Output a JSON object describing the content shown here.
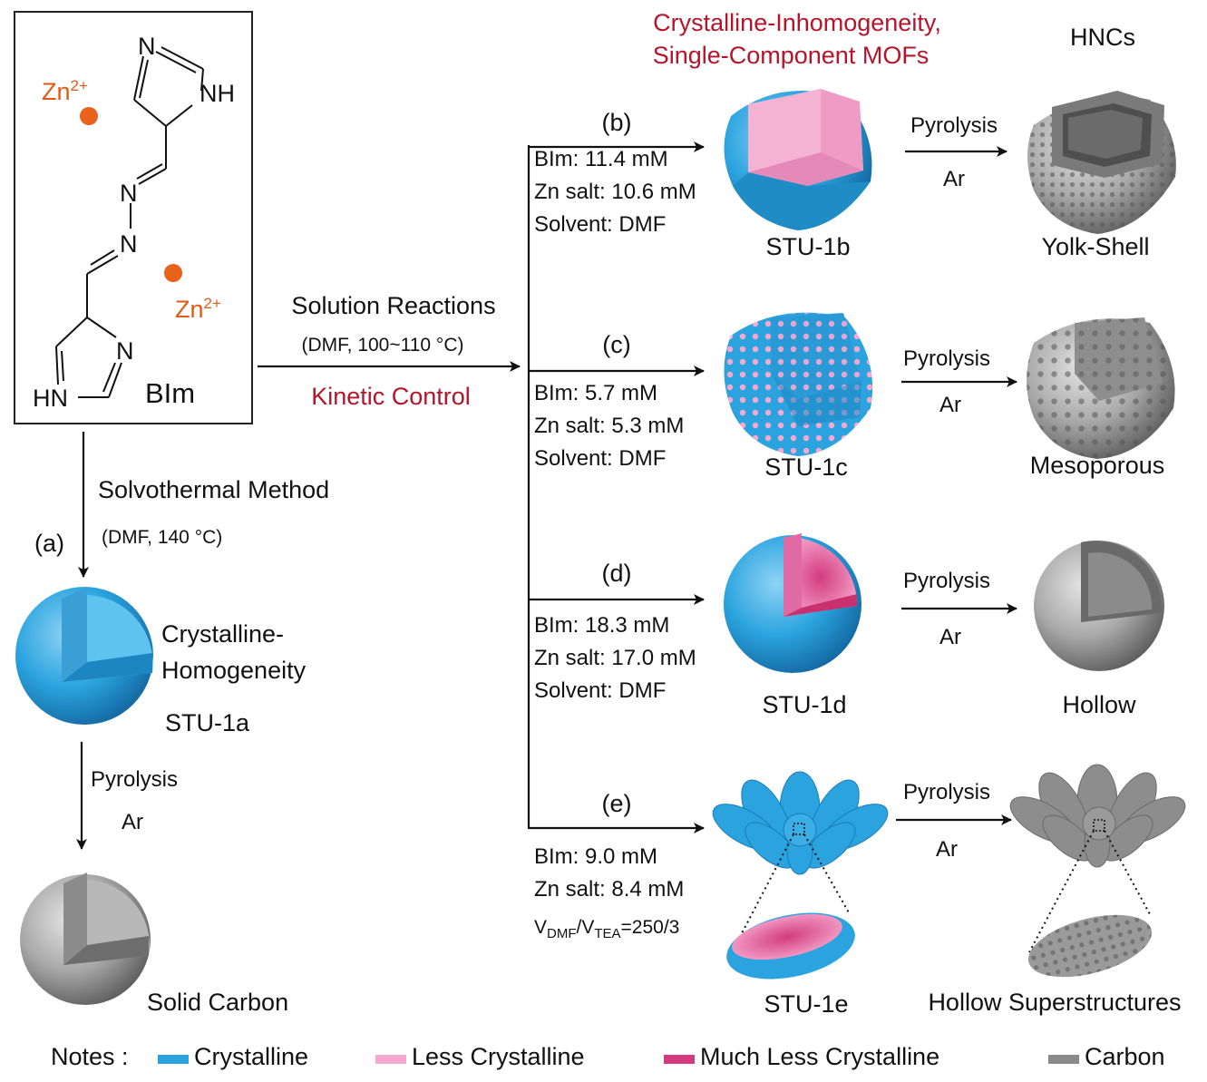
{
  "header": {
    "title_line1": "Crystalline-Inhomogeneity,",
    "title_line2": "Single-Component MOFs",
    "hncs_label": "HNCs"
  },
  "reactant": {
    "zn_ion_base": "Zn",
    "zn_ion_charge": "2+",
    "atom_N": "N",
    "atom_NH": "NH",
    "atom_HN": "HN",
    "name": "BIm"
  },
  "solution_route": {
    "label": "Solution Reactions",
    "conditions": "(DMF, 100~110 °C)",
    "control": "Kinetic Control"
  },
  "solvothermal_route": {
    "panel_label": "(a)",
    "label": "Solvothermal Method",
    "conditions": "(DMF, 140 °C)",
    "product_desc_line1": "Crystalline-",
    "product_desc_line2": "Homogeneity",
    "product_name": "STU-1a",
    "pyrolysis_label": "Pyrolysis",
    "pyrolysis_gas": "Ar",
    "carbon_name": "Solid Carbon"
  },
  "branches": [
    {
      "label": "(b)",
      "conditions": [
        "BIm: 11.4 mM",
        "Zn salt: 10.6 mM",
        "Solvent: DMF"
      ],
      "mof_name": "STU-1b",
      "pyrolysis_label": "Pyrolysis",
      "pyrolysis_gas": "Ar",
      "carbon_name": "Yolk-Shell"
    },
    {
      "label": "(c)",
      "conditions": [
        "BIm: 5.7 mM",
        "Zn salt: 5.3 mM",
        "Solvent: DMF"
      ],
      "mof_name": "STU-1c",
      "pyrolysis_label": "Pyrolysis",
      "pyrolysis_gas": "Ar",
      "carbon_name": "Mesoporous"
    },
    {
      "label": "(d)",
      "conditions": [
        "BIm: 18.3 mM",
        "Zn salt: 17.0 mM",
        "Solvent: DMF"
      ],
      "mof_name": "STU-1d",
      "pyrolysis_label": "Pyrolysis",
      "pyrolysis_gas": "Ar",
      "carbon_name": "Hollow"
    },
    {
      "label": "(e)",
      "conditions": [
        "BIm: 9.0 mM",
        "Zn salt: 8.4 mM"
      ],
      "ratio": {
        "v": "V",
        "dmf": "DMF",
        "sep": "/V",
        "tea": "TEA",
        "value": "=250/3"
      },
      "mof_name": "STU-1e",
      "pyrolysis_label": "Pyrolysis",
      "pyrolysis_gas": "Ar",
      "carbon_name": "Hollow Superstructures"
    }
  ],
  "legend": {
    "title": "Notes :",
    "items": [
      {
        "label": "Crystalline",
        "color": "#2aa3de"
      },
      {
        "label": "Less Crystalline",
        "color": "#f7a8cf"
      },
      {
        "label": "Much Less Crystalline",
        "color": "#d23c7e"
      },
      {
        "label": "Carbon",
        "color": "#8a8a8a"
      }
    ]
  },
  "colors": {
    "crystalline": "#2aa3de",
    "less_crystalline": "#f7a8cf",
    "much_less_crystalline": "#d23c7e",
    "carbon": "#8a8a8a",
    "zn_ion": "#e8621c",
    "accent_red": "#b5152b"
  }
}
